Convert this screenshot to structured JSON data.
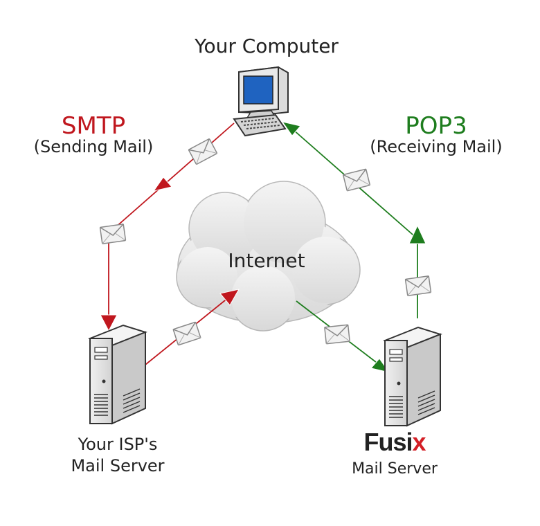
{
  "nodes": {
    "computer": {
      "label": "Your Computer"
    },
    "internet": {
      "label": "Internet"
    },
    "isp_server": {
      "label_line1": "Your ISP's",
      "label_line2": "Mail Server"
    },
    "fusix_server": {
      "brand_main": "Fusi",
      "brand_x": "x",
      "label": "Mail Server"
    }
  },
  "protocols": {
    "smtp": {
      "name": "SMTP",
      "description": "(Sending Mail)"
    },
    "pop3": {
      "name": "POP3",
      "description": "(Receiving Mail)"
    }
  },
  "colors": {
    "smtp": "#c0171e",
    "pop3": "#1e7d1e",
    "cloud": "#e3e3e3",
    "envelope": "#f2f2f2",
    "monitor_screen": "#1f63c0"
  },
  "icons": [
    "computer-icon",
    "server-icon",
    "cloud-icon",
    "envelope-icon",
    "arrow-icon"
  ]
}
